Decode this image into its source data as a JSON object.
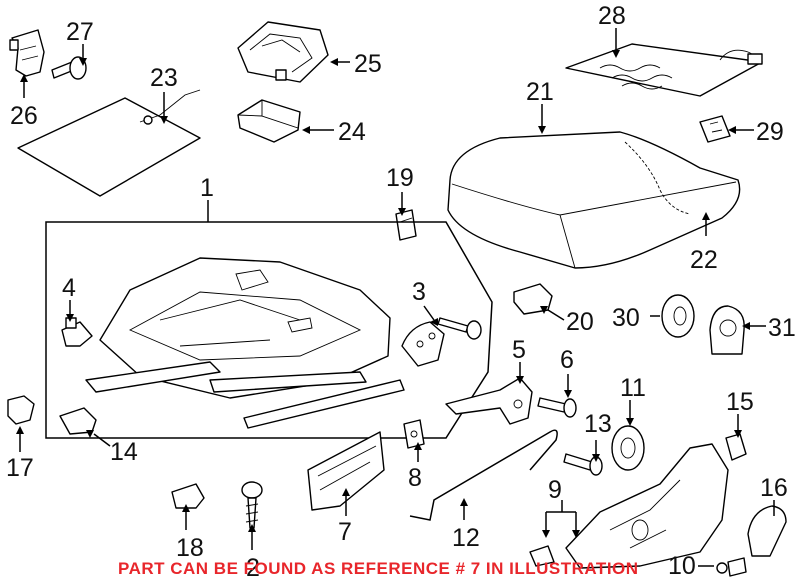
{
  "callouts": {
    "c1": "1",
    "c2": "2",
    "c3": "3",
    "c4": "4",
    "c5": "5",
    "c6": "6",
    "c7": "7",
    "c8": "8",
    "c9": "9",
    "c10": "10",
    "c11": "11",
    "c12": "12",
    "c13": "13",
    "c14": "14",
    "c15": "15",
    "c16": "16",
    "c17": "17",
    "c18": "18",
    "c19": "19",
    "c20": "20",
    "c21": "21",
    "c22": "22",
    "c23": "23",
    "c24": "24",
    "c25": "25",
    "c26": "26",
    "c27": "27",
    "c28": "28",
    "c29": "29",
    "c30": "30",
    "c31": "31"
  },
  "footer_note": {
    "text": "PART CAN BE FOUND AS REFERENCE # 7 IN ILLUSTRATION",
    "color": "#e8262b"
  }
}
